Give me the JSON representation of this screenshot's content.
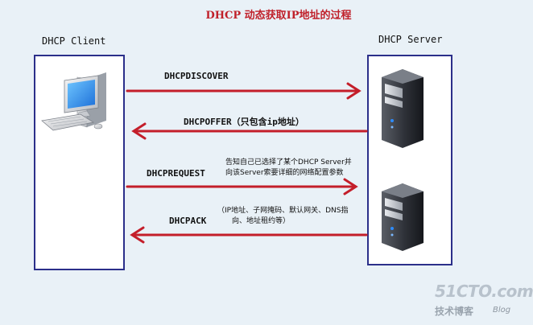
{
  "title": "DHCP 动态获取IP地址的过程",
  "client": {
    "label": "DHCP Client"
  },
  "server": {
    "label": "DHCP Server"
  },
  "messages": [
    {
      "label": "DHCPDISCOVER",
      "direction": "client-to-server"
    },
    {
      "label": "DHCPOFFER（只包含ip地址）",
      "direction": "server-to-client"
    },
    {
      "label": "DHCPREQUEST",
      "direction": "client-to-server"
    },
    {
      "label": "DHCPACK",
      "direction": "server-to-client"
    }
  ],
  "notes": {
    "request_line1": "告知自己已选择了某个DHCP Server并",
    "request_line2": "向该Server索要详细的网络配置参数",
    "ack_line1": "（IP地址、子网掩码、默认网关、DNS指",
    "ack_line2": "向、地址租约等）"
  },
  "watermark": {
    "main": "51CTO.com",
    "sub": "技术博客",
    "blog": "Blog"
  },
  "colors": {
    "arrow": "#c41e2a",
    "box_border": "#2b2f8a",
    "title": "#c0202a"
  },
  "icons": {
    "client": "desktop-computer-icon",
    "server": "server-tower-icon"
  }
}
